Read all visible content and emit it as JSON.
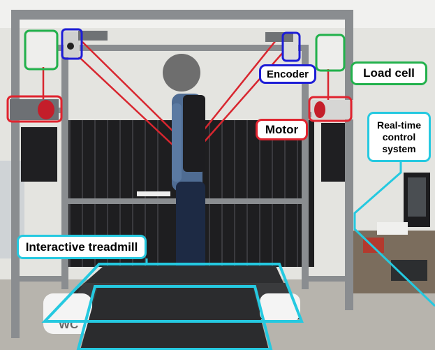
{
  "labels": {
    "encoder": "Encoder",
    "load_cell": "Load cell",
    "motor": "Motor",
    "realtime_control": "Real-time control system",
    "treadmill": "Interactive treadmill"
  },
  "treadmill_badge": "WC",
  "colors": {
    "encoder_box": "#1d1dd6",
    "load_cell_box": "#22b14c",
    "motor_box": "#e0242f",
    "cyan_box": "#25c9e0",
    "frame": "#8a8d90",
    "cable": "#d8262f",
    "curtain": "#1e1e20"
  }
}
